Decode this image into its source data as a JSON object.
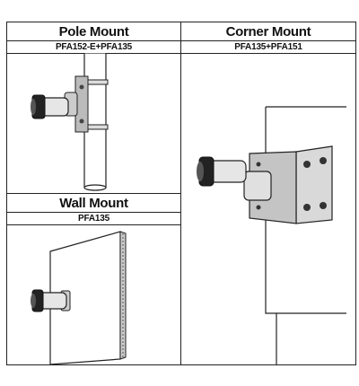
{
  "sections": {
    "pole": {
      "title": "Pole Mount",
      "model": "PFA152-E+PFA135"
    },
    "corner": {
      "title": "Corner Mount",
      "model": "PFA135+PFA151"
    },
    "wall": {
      "title": "Wall Mount",
      "model": "PFA135"
    }
  }
}
